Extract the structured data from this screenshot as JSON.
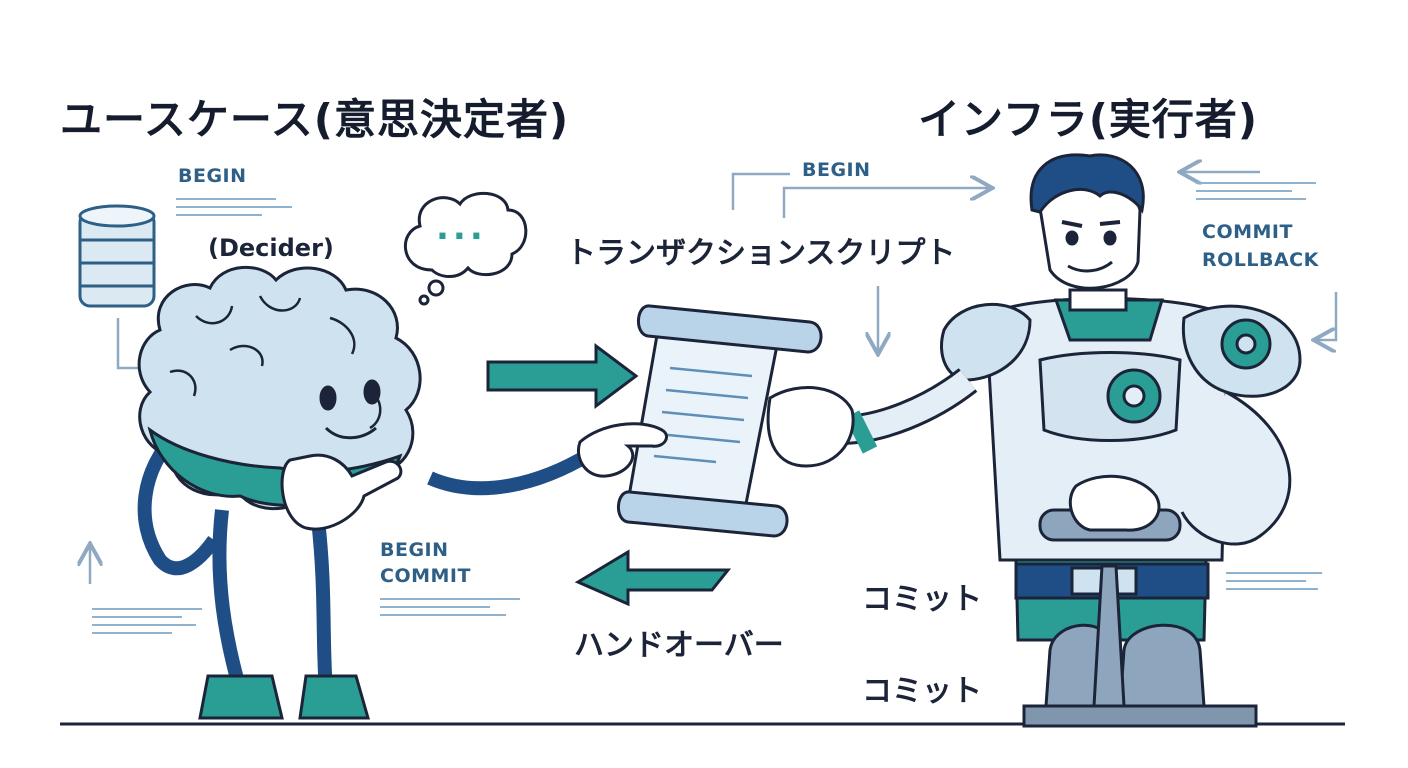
{
  "left_title": "ユースケース(意思決定者)",
  "right_title": "インフラ(実行者)",
  "decider_label": "(Decider)",
  "script_label": "トランザクションスクリプト",
  "handover_label": "ハンドオーバー",
  "commit_label_1": "コミット",
  "commit_label_2": "コミット",
  "tags": {
    "left_begin": "BEGIN",
    "top_begin": "BEGIN",
    "right_commit": "COMMIT",
    "right_rollback": "ROLLBACK",
    "bottom_begin": "BEGIN",
    "bottom_commit": "COMMIT"
  },
  "thought_bubble": "...",
  "colors": {
    "navy": "#1f4e87",
    "teal": "#2a9d95",
    "light_blue": "#d8e8f3",
    "outline": "#1b2438",
    "gray_blue": "#6e8aa6"
  }
}
